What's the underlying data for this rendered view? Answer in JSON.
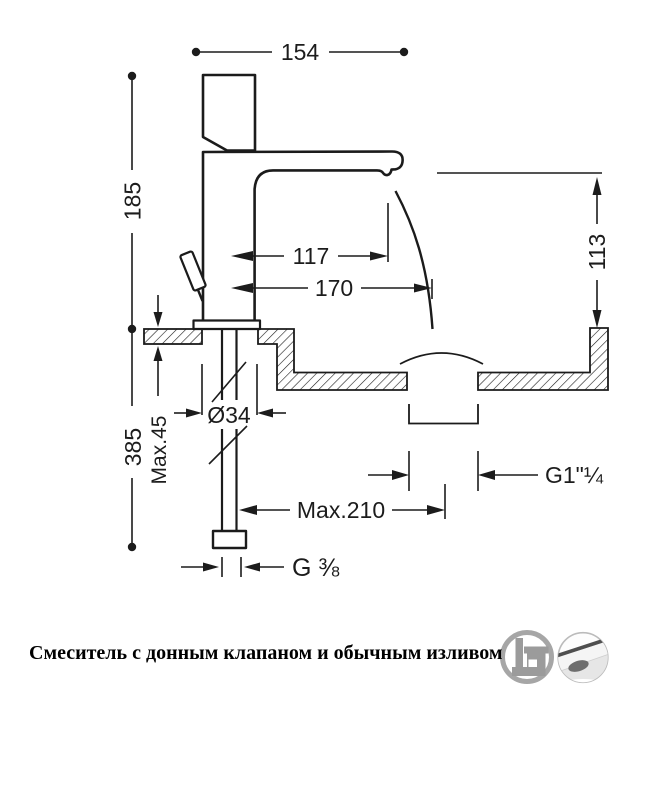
{
  "diagram": {
    "title_hidden": "",
    "dimensions": {
      "total_width": "154",
      "height_above_deck": "185",
      "aerator_reach": "117",
      "stream_reach": "170",
      "spout_height": "113",
      "deck_thickness_max": "Max.45",
      "height_below_total": "385",
      "hole_diameter": "Ø34",
      "drain_rod_max": "Max.210",
      "drain_thread": "G1\"¼",
      "supply_thread": "G ⅜"
    }
  },
  "caption": {
    "text": "Смеситель с донным клапаном и обычным изливом"
  },
  "badges": {
    "left_icon": "basin-mixer-pictogram",
    "right_icon": "spout-underside-photo"
  },
  "colors": {
    "line": "#1b1b1b",
    "icon_gray": "#9b9b9b",
    "ring_gray": "#a6a6a6"
  }
}
